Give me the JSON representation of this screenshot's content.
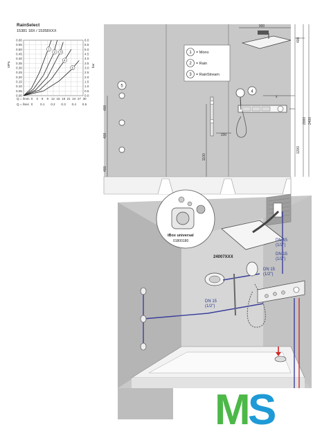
{
  "chart": {
    "title": "RainSelect",
    "subtitle": "15381 18X / 15358XXX",
    "y_ticks_left": [
      "0.60",
      "0.55",
      "0.50",
      "0.45",
      "0.40",
      "0.35",
      "0.30",
      "0.25",
      "0.20",
      "0.15",
      "0.10",
      "0.05",
      "0.00"
    ],
    "y_ticks_right": [
      "6.0",
      "5.5",
      "5.0",
      "4.5",
      "4.0",
      "3.5",
      "3.0",
      "2.5",
      "2.0",
      "1.5",
      "1.0",
      "0.5",
      "0.0"
    ],
    "y_unit_left": "MPa",
    "y_unit_right": "bar",
    "x_row1_label": "Q = l/min",
    "x_row1_ticks": [
      "0",
      "3",
      "6",
      "9",
      "12",
      "15",
      "18",
      "21",
      "24",
      "27",
      "30"
    ],
    "x_row2_label": "Q = l/sec",
    "x_row2_ticks": [
      "0",
      "0.1",
      "0.2",
      "0.3",
      "0.4",
      "0.5"
    ],
    "curve_labels": [
      "1",
      "2",
      "3",
      "4",
      "5"
    ]
  },
  "chart_data": {
    "type": "line",
    "title": "RainSelect",
    "subtitle": "15381 18X / 15358XXX",
    "xlabel": "Q = l/min",
    "ylabel": "MPa",
    "xlim": [
      0,
      30
    ],
    "ylim": [
      0,
      0.6
    ],
    "grid": true,
    "series": [
      {
        "name": "1",
        "x": [
          0,
          4,
          8,
          12,
          14
        ],
        "y": [
          0,
          0.08,
          0.25,
          0.48,
          0.6
        ]
      },
      {
        "name": "2",
        "x": [
          0,
          5,
          10,
          15,
          17
        ],
        "y": [
          0,
          0.07,
          0.22,
          0.45,
          0.6
        ]
      },
      {
        "name": "3",
        "x": [
          0,
          6,
          12,
          18,
          20
        ],
        "y": [
          0,
          0.06,
          0.2,
          0.45,
          0.58
        ]
      },
      {
        "name": "4",
        "x": [
          0,
          8,
          14,
          20,
          24
        ],
        "y": [
          0,
          0.06,
          0.18,
          0.36,
          0.5
        ]
      },
      {
        "name": "5",
        "x": [
          0,
          10,
          18,
          24,
          28
        ],
        "y": [
          0,
          0.05,
          0.16,
          0.28,
          0.38
        ]
      }
    ]
  },
  "legend": {
    "items": [
      {
        "num": "1",
        "label": "= Mono"
      },
      {
        "num": "2",
        "label": "= Rain"
      },
      {
        "num": "3",
        "label": "= RainStream"
      }
    ]
  },
  "drawing": {
    "dims": {
      "d900": "900",
      "d400": "400",
      "d200": "200",
      "d400a": "400",
      "d400b": "400",
      "d1100": "1100",
      "d1200": "1200",
      "d2000": "2000",
      "d2400": "2400",
      "dx": "x"
    },
    "callout4": "4",
    "callout5": "5"
  },
  "install": {
    "ibox_title": "iBox universal",
    "ibox_code": "01800180",
    "product_code": "24007XXX",
    "dn_labels": [
      {
        "line1": "DN 15",
        "line2": "(1/2\")"
      },
      {
        "line1": "DN 15",
        "line2": "(1/2\")"
      },
      {
        "line1": "DN 15",
        "line2": "(1/2\")"
      },
      {
        "line1": "DN 15",
        "line2": "(1/2\")"
      }
    ]
  },
  "logo": {
    "text_m": "M",
    "text_s": "S",
    "colors": {
      "m": "#4cb848",
      "s": "#1e9ad6"
    }
  },
  "colors": {
    "wall": "#c9c9c9",
    "wall_dark": "#a9a9a9",
    "pipe_blue": "#3a3f9a",
    "pipe_red": "#d22a2a"
  }
}
